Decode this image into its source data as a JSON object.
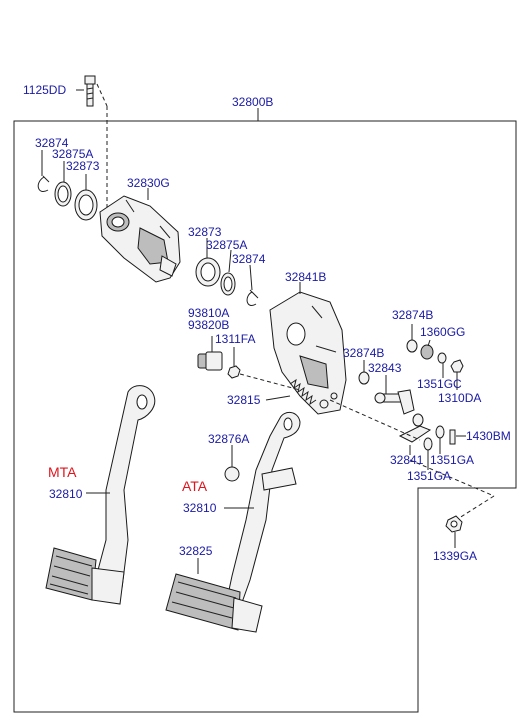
{
  "labels": {
    "bolt": "1125DD",
    "assembly": "32800B",
    "clip_left": "32874",
    "washer_left": "32875A",
    "bushing_left": "32873",
    "bracket": "32830G",
    "bushing_mid": "32873",
    "washer_mid": "32875A",
    "clip_mid": "32874",
    "member": "32841B",
    "cover_a": "93810A",
    "cover_b": "93820B",
    "nut_small": "1311FA",
    "pin_right": "32874B",
    "bushing_small": "1360GG",
    "pin_b": "32874B",
    "link": "32843",
    "collar": "1351GC",
    "spring": "32815",
    "nut_right": "1310DA",
    "stopper": "32876A",
    "bolt_right": "1430BM",
    "lever": "32841",
    "washer_ga": "1351GA",
    "washer_ga2": "1351GA",
    "pedal_ata": "32810",
    "pedal_mta": "32810",
    "pad": "32825",
    "nut_bottom": "1339GA",
    "mta": "MTA",
    "ata": "ATA"
  }
}
